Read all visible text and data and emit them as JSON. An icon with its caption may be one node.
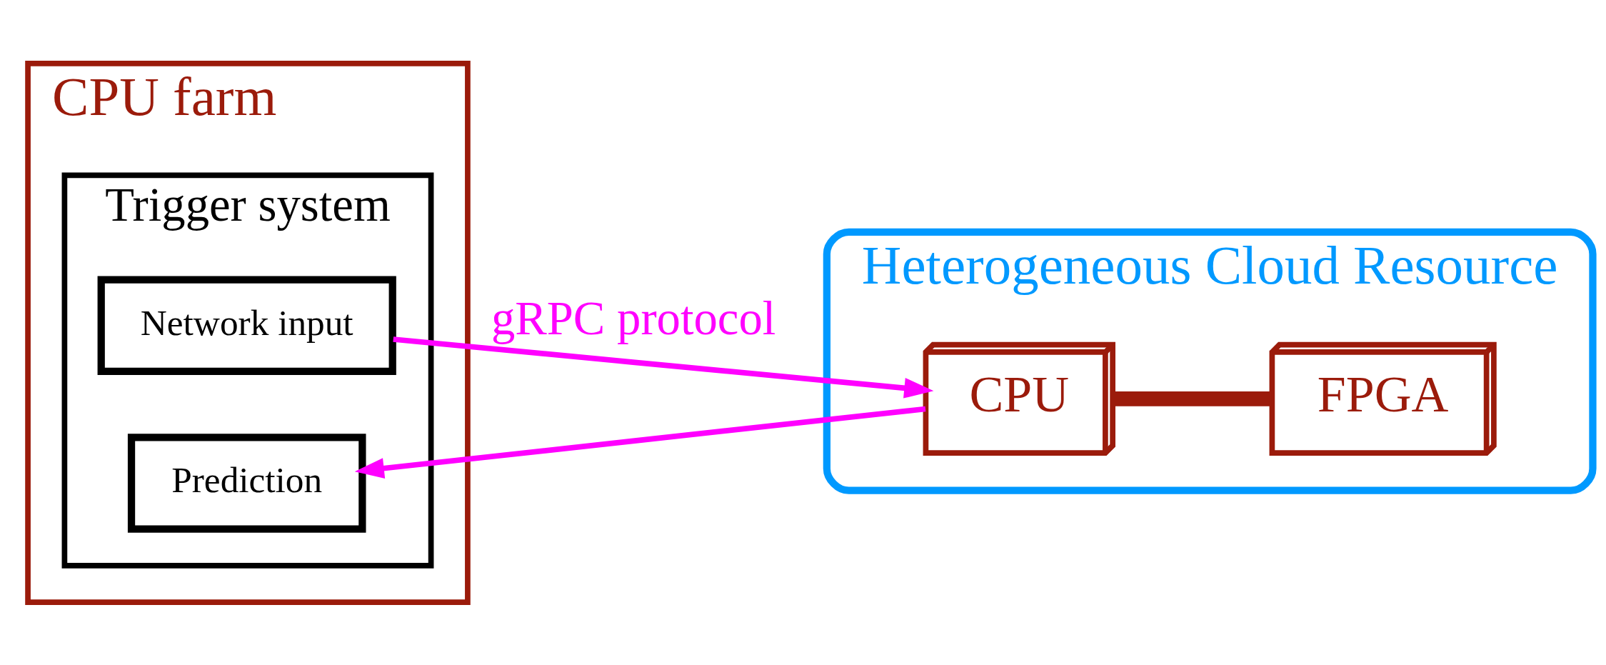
{
  "diagram": {
    "nodes": [
      {
        "text": [
          "CPU farm"
        ]
      },
      {
        "text": [
          "Trigger system"
        ],
        "in": 0
      },
      {
        "text": [
          "Network input"
        ],
        "in": 1
      },
      {
        "text": [
          "Prediction"
        ],
        "in": 1
      },
      {
        "text": [
          "Heterogeneous Cloud Resource"
        ]
      },
      {
        "text": [
          "CPU"
        ],
        "in": 4
      },
      {
        "text": [
          "FPGA"
        ],
        "in": 4
      }
    ],
    "edges": [
      {
        "from": 2,
        "to": 5,
        "arrow": "to",
        "label": "gRPC protocol",
        "color": "#ff00ff"
      },
      {
        "from": 5,
        "to": 3,
        "arrow": "to",
        "color": "#ff00ff"
      },
      {
        "from": 5,
        "to": 6,
        "arrow": "none",
        "style": "thick",
        "color": "#9b1b0b"
      }
    ]
  }
}
